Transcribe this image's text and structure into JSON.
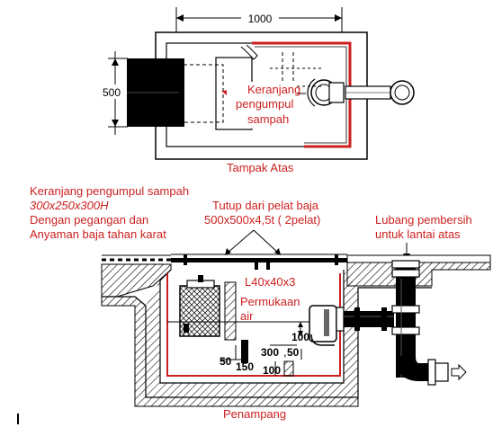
{
  "top_view": {
    "dim_width": "1000",
    "dim_pipe": "500",
    "callout_line1": "Keranjang",
    "callout_line2": "pengumpul",
    "callout_line3": "sampah",
    "caption": "Tampak Atas"
  },
  "section": {
    "basket_line1": "Keranjang pengumpul sampah",
    "basket_line2": "300x250x300H",
    "basket_line3": "Dengan pegangan dan",
    "basket_line4": "Anyaman baja tahan karat",
    "cover_line1": "Tutup dari pelat baja",
    "cover_line2": "500x500x4,5t ( 2pelat)",
    "cleanout_line1": "Lubang pembersih",
    "cleanout_line2": "untuk lantai atas",
    "angle": "L40x40x3",
    "water_line1": "Permukaan",
    "water_line2": "air",
    "dim_100_right": "100",
    "dim_300": "300",
    "dim_50_right": "50",
    "dim_50_left": "50",
    "dim_150": "150",
    "dim_100_bottom": "100",
    "caption": "Penampang"
  },
  "colors": {
    "accent": "#cc1f1f",
    "line": "#000000"
  }
}
